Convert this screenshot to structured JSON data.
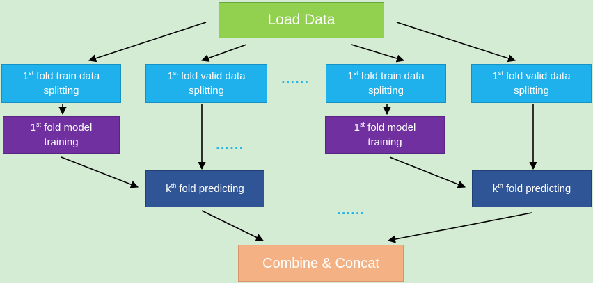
{
  "load": {
    "label": "Load Data"
  },
  "combine": {
    "label": "Combine & Concat"
  },
  "splits": [
    {
      "num": "1",
      "sup": "st",
      "line1": " fold train data",
      "line2": "splitting"
    },
    {
      "num": "1",
      "sup": "st",
      "line1": " fold valid data",
      "line2": "splitting"
    },
    {
      "num": "1",
      "sup": "st",
      "line1": " fold train data",
      "line2": "splitting"
    },
    {
      "num": "1",
      "sup": "st",
      "line1": " fold valid data",
      "line2": "splitting"
    }
  ],
  "trainings": [
    {
      "num": "1",
      "sup": "st",
      "line1": " fold model",
      "line2": "training"
    },
    {
      "num": "1",
      "sup": "st",
      "line1": " fold model",
      "line2": "training"
    }
  ],
  "predictions": [
    {
      "num": "k",
      "sup": "th",
      "rest": " fold predicting"
    },
    {
      "num": "k",
      "sup": "th",
      "rest": " fold predicting"
    }
  ],
  "ellipsis": "......",
  "colors": {
    "background": "#d3ecd3",
    "load": "#92d050",
    "splitting": "#1fb1ec",
    "training": "#7030a0",
    "predicting": "#2f5597",
    "combine": "#f4b183"
  }
}
